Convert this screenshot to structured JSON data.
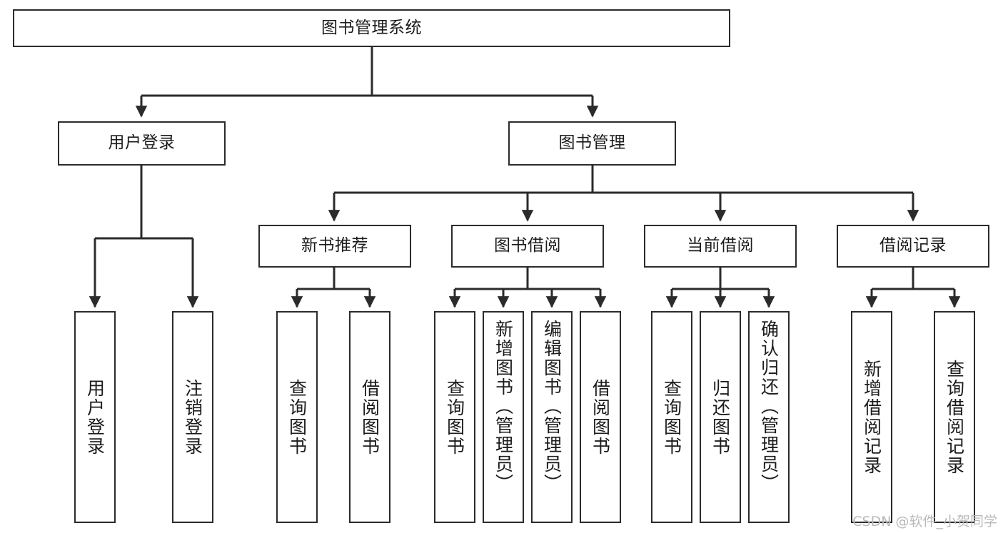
{
  "diagram": {
    "title": "图书管理系统",
    "type": "tree-hierarchy",
    "stroke_color": "#2b2b2b",
    "fill_color": "#ffffff",
    "text_color": "#1b1b1b"
  },
  "nodes": {
    "root": {
      "label": "图书管理系统",
      "level": 1
    },
    "level2": [
      {
        "id": "user-login",
        "label": "用户登录"
      },
      {
        "id": "book-manage",
        "label": "图书管理"
      }
    ],
    "level3": [
      {
        "id": "new-book-recommend",
        "label": "新书推荐"
      },
      {
        "id": "book-borrow",
        "label": "图书借阅"
      },
      {
        "id": "current-borrow",
        "label": "当前借阅"
      },
      {
        "id": "borrow-record",
        "label": "借阅记录"
      }
    ],
    "leaves": {
      "user_login": [
        {
          "id": "leaf-user-login",
          "label": "用户登录"
        },
        {
          "id": "leaf-user-logout",
          "label": "注销登录"
        }
      ],
      "new_book_recommend": [
        {
          "id": "leaf-query-book-1",
          "label": "查询图书"
        },
        {
          "id": "leaf-borrow-book-1",
          "label": "借阅图书"
        }
      ],
      "book_borrow": [
        {
          "id": "leaf-query-book-2",
          "label": "查询图书"
        },
        {
          "id": "leaf-add-book",
          "label": "新增图书（管理员）"
        },
        {
          "id": "leaf-edit-book",
          "label": "编辑图书（管理员）"
        },
        {
          "id": "leaf-borrow-book-2",
          "label": "借阅图书"
        }
      ],
      "current_borrow": [
        {
          "id": "leaf-query-book-3",
          "label": "查询图书"
        },
        {
          "id": "leaf-return-book",
          "label": "归还图书"
        },
        {
          "id": "leaf-confirm-return",
          "label": "确认归还（管理员）"
        }
      ],
      "borrow_record": [
        {
          "id": "leaf-add-record",
          "label": "新增借阅记录"
        },
        {
          "id": "leaf-query-record",
          "label": "查询借阅记录"
        }
      ]
    }
  },
  "watermark": {
    "text": "CSDN @软件_小贺同学"
  }
}
